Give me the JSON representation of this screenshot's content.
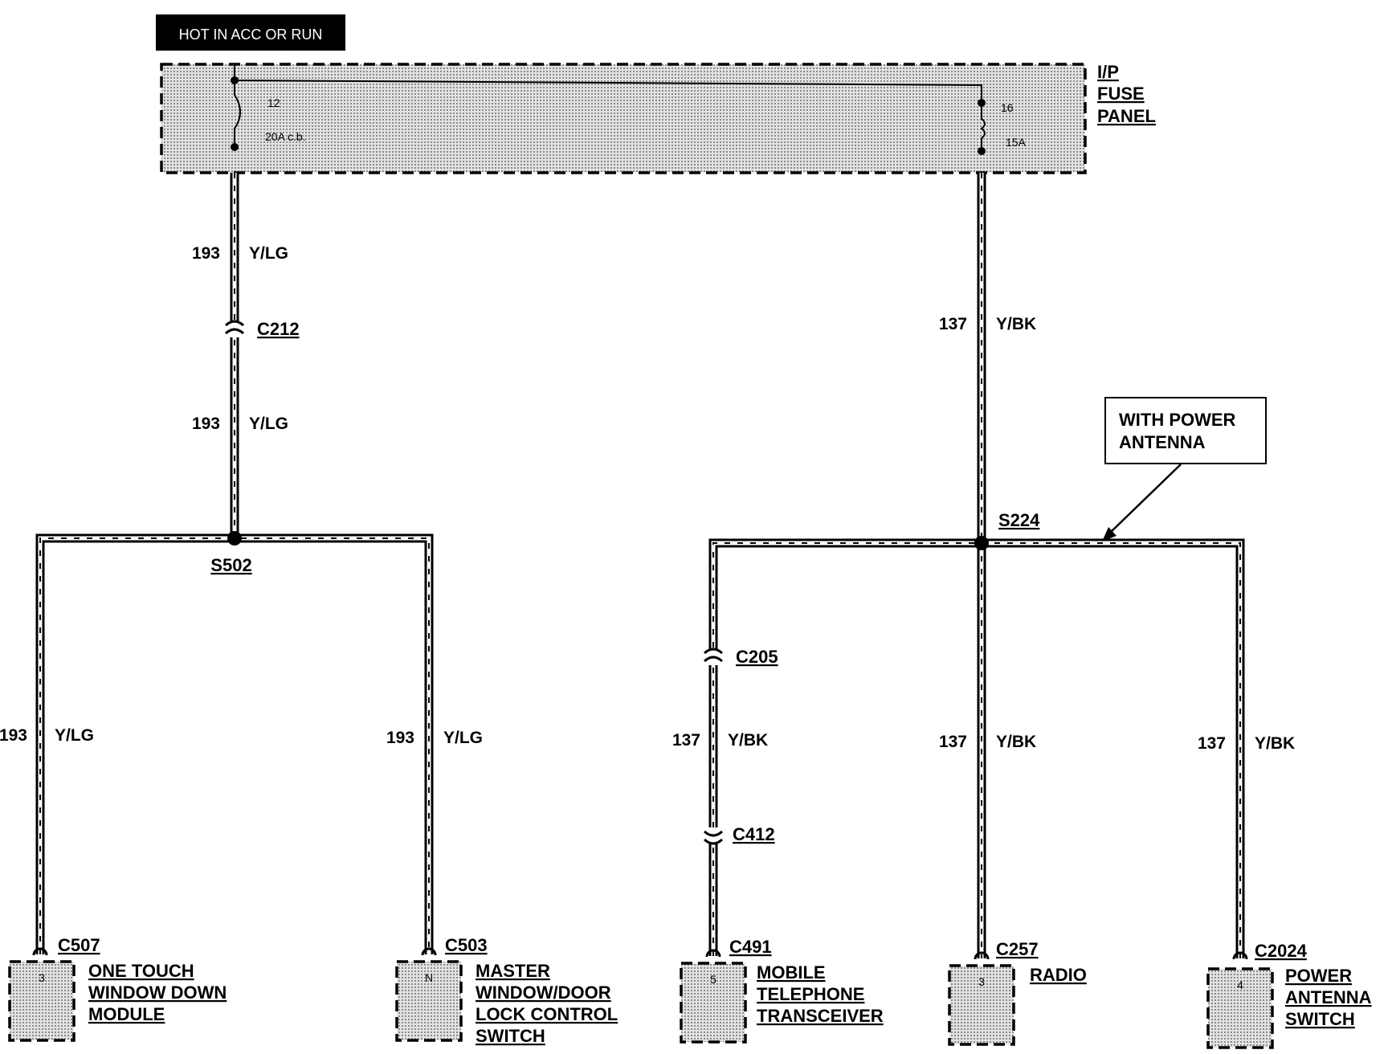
{
  "header_box": {
    "label": "HOT IN ACC OR RUN"
  },
  "fuse_panel": {
    "name_lines": [
      "I/P",
      "FUSE",
      "PANEL"
    ],
    "left_fuse": {
      "number": "12",
      "rating": "20A c.b."
    },
    "right_fuse": {
      "number": "16",
      "rating": "15A"
    }
  },
  "wires": {
    "w193_a": {
      "circuit": "193",
      "color": "Y/LG"
    },
    "w193_b": {
      "circuit": "193",
      "color": "Y/LG"
    },
    "w137_main": {
      "circuit": "137",
      "color": "Y/BK"
    },
    "w193_left": {
      "circuit": "193",
      "color": "Y/LG"
    },
    "w193_right": {
      "circuit": "193",
      "color": "Y/LG"
    },
    "w137_phone": {
      "circuit": "137",
      "color": "Y/BK"
    },
    "w137_radio": {
      "circuit": "137",
      "color": "Y/BK"
    },
    "w137_antenna": {
      "circuit": "137",
      "color": "Y/BK"
    }
  },
  "connectors": {
    "c212": "C212",
    "c205": "C205",
    "c412": "C412"
  },
  "splices": {
    "s502": "S502",
    "s224": "S224"
  },
  "note_box": {
    "lines": [
      "WITH POWER",
      "ANTENNA"
    ]
  },
  "components": [
    {
      "connector": "C507",
      "pin": "3",
      "name_lines": [
        "ONE TOUCH",
        "WINDOW DOWN",
        "MODULE"
      ]
    },
    {
      "connector": "C503",
      "pin": "N",
      "name_lines": [
        "MASTER",
        "WINDOW/DOOR",
        "LOCK CONTROL",
        "SWITCH"
      ]
    },
    {
      "connector": "C491",
      "pin": "5",
      "name_lines": [
        "MOBILE",
        "TELEPHONE",
        "TRANSCEIVER"
      ]
    },
    {
      "connector": "C257",
      "pin": "3",
      "name_lines": [
        "RADIO"
      ]
    },
    {
      "connector": "C2024",
      "pin": "4",
      "name_lines": [
        "POWER",
        "ANTENNA",
        "SWITCH"
      ]
    }
  ]
}
